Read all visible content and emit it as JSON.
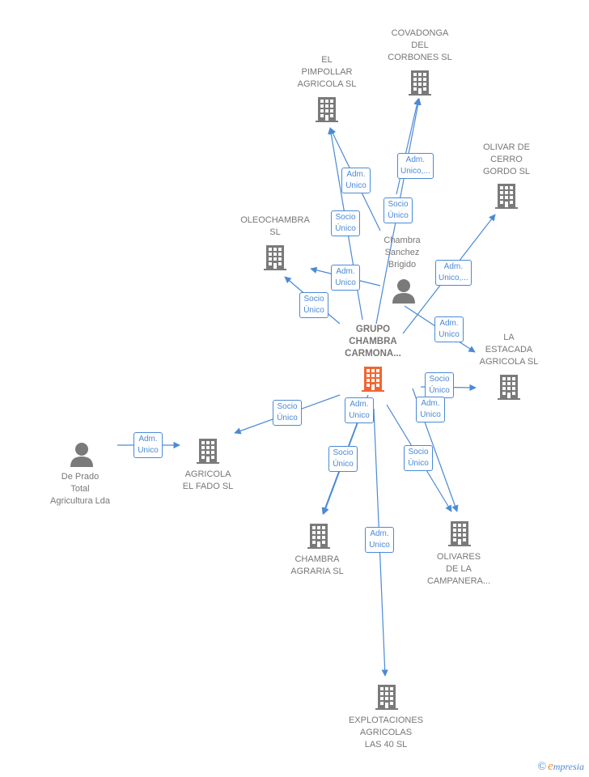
{
  "colors": {
    "edge": "#4a8ad6",
    "building": "#7a7a7a",
    "main_building": "#f26532",
    "person": "#7a7a7a",
    "label": "#777777"
  },
  "nodes": {
    "grupo_chambra": {
      "label": "GRUPO\nCHAMBRA\nCARMONA...",
      "icon": "building-icon",
      "highlight": true
    },
    "el_pimpollar": {
      "label": "EL\nPIMPOLLAR\nAGRICOLA  SL",
      "icon": "building-icon"
    },
    "covadonga": {
      "label": "COVADONGA\nDEL\nCORBONES  SL",
      "icon": "building-icon"
    },
    "olivar_cerro_gordo": {
      "label": "OLIVAR DE\nCERRO\nGORDO  SL",
      "icon": "building-icon"
    },
    "oleochambra": {
      "label": "OLEOCHAMBRA\nSL",
      "icon": "building-icon"
    },
    "chambra_sanchez": {
      "label": "Chambra\nSanchez\nBrigido",
      "icon": "person-icon"
    },
    "la_estacada": {
      "label": "LA\nESTACADA\nAGRICOLA  SL",
      "icon": "building-icon"
    },
    "agricola_el_fado": {
      "label": "AGRICOLA\nEL FADO  SL",
      "icon": "building-icon"
    },
    "de_prado": {
      "label": "De Prado\nTotal\nAgricultura Lda",
      "icon": "person-icon"
    },
    "chambra_agraria": {
      "label": "CHAMBRA\nAGRARIA  SL",
      "icon": "building-icon"
    },
    "olivares_campanera": {
      "label": "OLIVARES\nDE LA\nCAMPANERA...",
      "icon": "building-icon"
    },
    "explotaciones": {
      "label": "EXPLOTACIONES\nAGRICOLAS\nLAS 40  SL",
      "icon": "building-icon"
    }
  },
  "edges": [
    {
      "label": "Adm.\nUnico"
    },
    {
      "label": "Socio\nÚnico"
    },
    {
      "label": "Adm.\nUnico"
    },
    {
      "label": "Socio\nÚnico"
    },
    {
      "label": "Adm.\nUnico,..."
    },
    {
      "label": "Adm.\nUnico"
    },
    {
      "label": "Socio\nÚnico"
    },
    {
      "label": "Adm.\nUnico"
    },
    {
      "label": "Socio\nÚnico"
    },
    {
      "label": "Adm.\nUnico"
    },
    {
      "label": "Adm.\nUnico"
    },
    {
      "label": "Socio\nÚnico"
    },
    {
      "label": "Adm.\nUnico"
    },
    {
      "label": "Socio\nÚnico"
    },
    {
      "label": "Adm.\nUnico,..."
    },
    {
      "label": "Socio\nÚnico"
    }
  ],
  "brand": {
    "copyright": "©",
    "initial": "e",
    "rest": "mpresia"
  }
}
